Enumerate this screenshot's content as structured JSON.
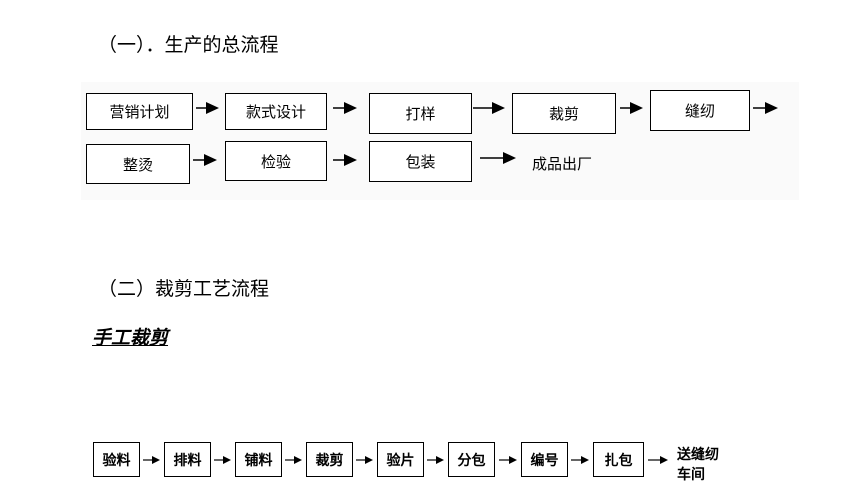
{
  "section1": {
    "heading": "（一）．生产的总流程"
  },
  "flow1": {
    "row1": [
      "营销计划",
      "款式设计",
      "打样",
      "裁剪",
      "缝纫"
    ],
    "row2": [
      "整烫",
      "检验",
      "包装"
    ],
    "end": "成品出厂"
  },
  "section2": {
    "heading": "（二）裁剪工艺流程",
    "subheading": "手工裁剪"
  },
  "flow2": {
    "steps": [
      "验料",
      "排料",
      "铺料",
      "裁剪",
      "验片",
      "分包",
      "编号",
      "扎包"
    ],
    "end_line1": "送缝纫",
    "end_line2": "车间"
  }
}
